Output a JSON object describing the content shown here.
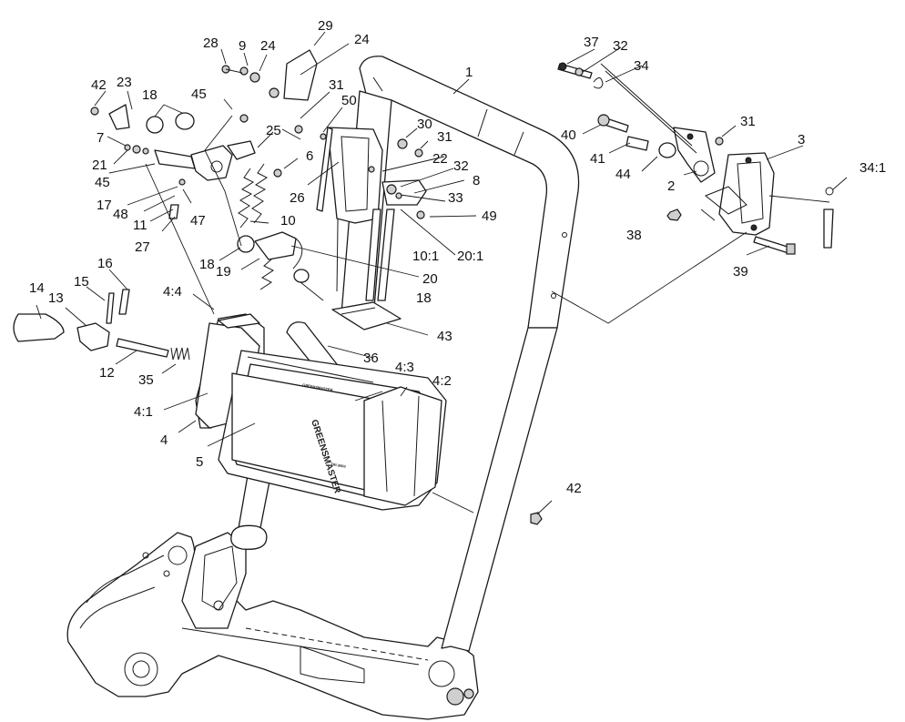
{
  "diagram": {
    "decal_brand": "GREENSMASTER",
    "decal_small_top": "GREENSMASTER",
    "decal_model": "TRI-3000"
  },
  "callouts": [
    {
      "id": "c1",
      "label": "1"
    },
    {
      "id": "c2",
      "label": "2"
    },
    {
      "id": "c3",
      "label": "3"
    },
    {
      "id": "c4",
      "label": "4"
    },
    {
      "id": "c4_1",
      "label": "4:1"
    },
    {
      "id": "c4_2",
      "label": "4:2"
    },
    {
      "id": "c4_3",
      "label": "4:3"
    },
    {
      "id": "c4_4",
      "label": "4:4"
    },
    {
      "id": "c5",
      "label": "5"
    },
    {
      "id": "c6",
      "label": "6"
    },
    {
      "id": "c7",
      "label": "7"
    },
    {
      "id": "c8",
      "label": "8"
    },
    {
      "id": "c9",
      "label": "9"
    },
    {
      "id": "c10",
      "label": "10"
    },
    {
      "id": "c10_1",
      "label": "10:1"
    },
    {
      "id": "c11",
      "label": "11"
    },
    {
      "id": "c12",
      "label": "12"
    },
    {
      "id": "c13",
      "label": "13"
    },
    {
      "id": "c14",
      "label": "14"
    },
    {
      "id": "c15",
      "label": "15"
    },
    {
      "id": "c16",
      "label": "16"
    },
    {
      "id": "c17",
      "label": "17"
    },
    {
      "id": "c18a",
      "label": "18"
    },
    {
      "id": "c18b",
      "label": "18"
    },
    {
      "id": "c18c",
      "label": "18"
    },
    {
      "id": "c19",
      "label": "19"
    },
    {
      "id": "c20",
      "label": "20"
    },
    {
      "id": "c20_1",
      "label": "20:1"
    },
    {
      "id": "c21",
      "label": "21"
    },
    {
      "id": "c22",
      "label": "22"
    },
    {
      "id": "c23",
      "label": "23"
    },
    {
      "id": "c24a",
      "label": "24"
    },
    {
      "id": "c24b",
      "label": "24"
    },
    {
      "id": "c25",
      "label": "25"
    },
    {
      "id": "c26",
      "label": "26"
    },
    {
      "id": "c27",
      "label": "27"
    },
    {
      "id": "c28",
      "label": "28"
    },
    {
      "id": "c29",
      "label": "29"
    },
    {
      "id": "c30",
      "label": "30"
    },
    {
      "id": "c31a",
      "label": "31"
    },
    {
      "id": "c31b",
      "label": "31"
    },
    {
      "id": "c31c",
      "label": "31"
    },
    {
      "id": "c32a",
      "label": "32"
    },
    {
      "id": "c32b",
      "label": "32"
    },
    {
      "id": "c33",
      "label": "33"
    },
    {
      "id": "c34",
      "label": "34"
    },
    {
      "id": "c34_1",
      "label": "34:1"
    },
    {
      "id": "c35",
      "label": "35"
    },
    {
      "id": "c36",
      "label": "36"
    },
    {
      "id": "c37",
      "label": "37"
    },
    {
      "id": "c38",
      "label": "38"
    },
    {
      "id": "c39",
      "label": "39"
    },
    {
      "id": "c40",
      "label": "40"
    },
    {
      "id": "c41",
      "label": "41"
    },
    {
      "id": "c42a",
      "label": "42"
    },
    {
      "id": "c42b",
      "label": "42"
    },
    {
      "id": "c43",
      "label": "43"
    },
    {
      "id": "c44",
      "label": "44"
    },
    {
      "id": "c45a",
      "label": "45"
    },
    {
      "id": "c45b",
      "label": "45"
    },
    {
      "id": "c47",
      "label": "47"
    },
    {
      "id": "c48",
      "label": "48"
    },
    {
      "id": "c49",
      "label": "49"
    },
    {
      "id": "c50",
      "label": "50"
    }
  ]
}
